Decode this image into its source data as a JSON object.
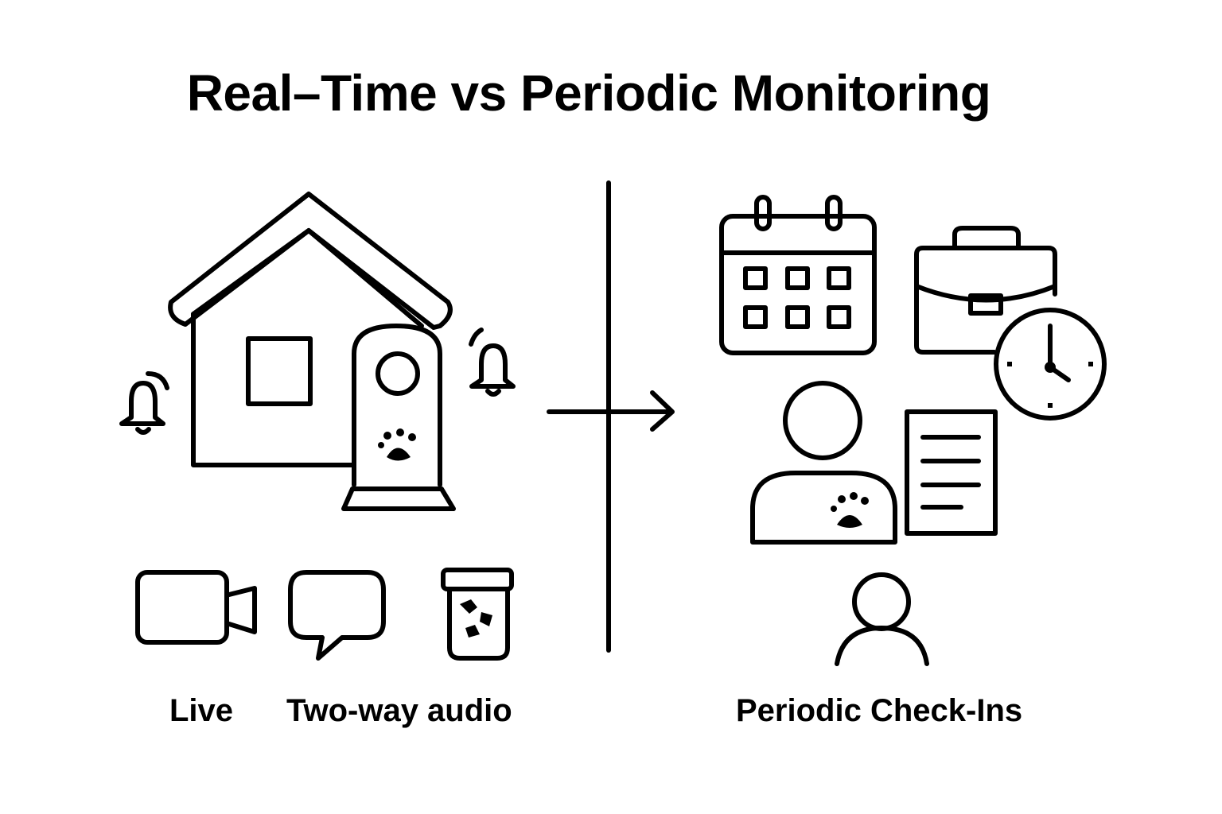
{
  "title": "Real–Time vs Periodic Monitoring",
  "left": {
    "icons": [
      "house-icon",
      "pet-camera-icon",
      "bell-icon",
      "video-camera-icon",
      "speech-bubble-icon",
      "treat-jar-icon"
    ],
    "labels": {
      "live": "Live",
      "audio": "Two-way audio"
    }
  },
  "right": {
    "icons": [
      "calendar-icon",
      "briefcase-icon",
      "clock-icon",
      "pet-sitter-icon",
      "document-icon",
      "person-icon"
    ],
    "label": "Periodic Check-Ins"
  },
  "colors": {
    "foreground": "#000000",
    "background": "#ffffff"
  }
}
